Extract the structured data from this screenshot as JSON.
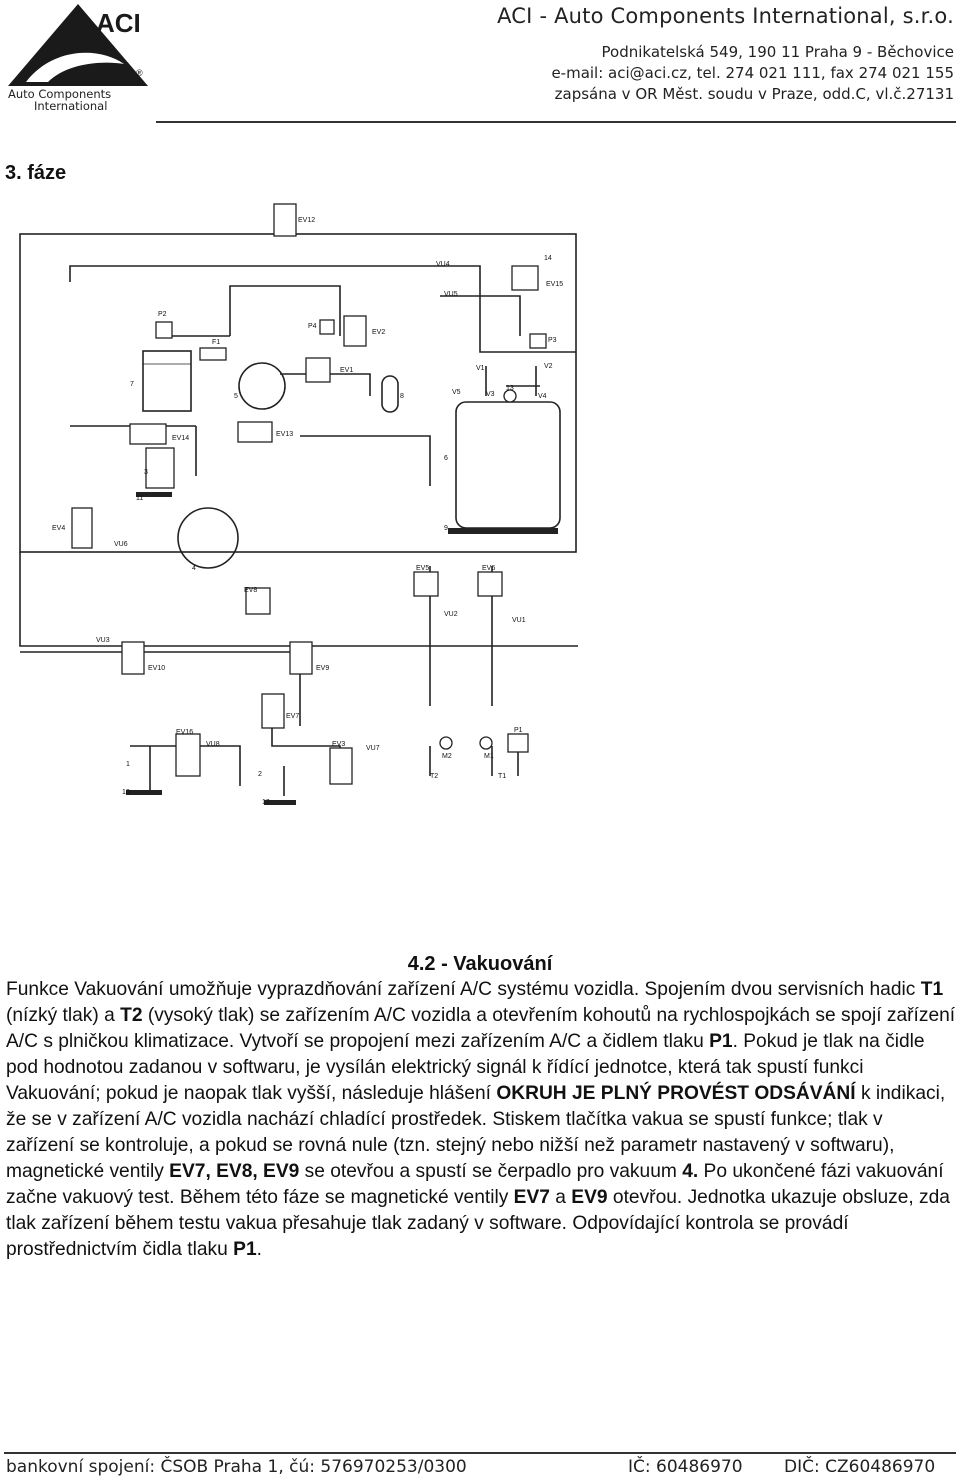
{
  "header": {
    "logo_brand": "ACI",
    "logo_lines": [
      "Auto Components",
      "International"
    ],
    "company_name": "ACI - Auto Components International, s.r.o.",
    "address": "Podnikatelská 549, 190 11 Praha 9 - Běchovice",
    "contact": "e-mail: aci@aci.cz, tel. 274 021 111, fax 274 021 155",
    "registration": "zapsána v OR Měst. soudu v Praze, odd.C, vl.č.27131"
  },
  "phase_heading": "3. fáze",
  "diagram": {
    "labels": [
      "EV12",
      "VU4",
      "14",
      "EV15",
      "VU5",
      "P2",
      "P4",
      "EV2",
      "F1",
      "7",
      "5",
      "EV1",
      "8",
      "P3",
      "V1",
      "V2",
      "V5",
      "V3",
      "13",
      "V4",
      "EV14",
      "EV13",
      "6",
      "3",
      "11",
      "9",
      "EV4",
      "VU6",
      "4",
      "EV5",
      "EV6",
      "EV8",
      "VU2",
      "VU1",
      "VU3",
      "EV10",
      "EV9",
      "EV7",
      "P1",
      "EV16",
      "VU8",
      "EV3",
      "VU7",
      "M2",
      "M1",
      "1",
      "2",
      "10",
      "12",
      "T2",
      "T1"
    ]
  },
  "section": {
    "title": "4.2 - Vakuování",
    "paragraph": [
      {
        "t": "Funkce Vakuování umožňuje vyprazdňování zařízení A/C systému vozidla. Spojením dvou servisních hadic "
      },
      {
        "t": "T1",
        "b": true
      },
      {
        "t": " (nízký tlak) a "
      },
      {
        "t": "T2",
        "b": true
      },
      {
        "t": " (vysoký tlak) se zařízením A/C vozidla a otevřením kohoutů na rychlospojkách se spojí zařízení A/C s plničkou klimatizace. Vytvoří se propojení mezi zařízením A/C a čidlem tlaku "
      },
      {
        "t": "P1",
        "b": true
      },
      {
        "t": ". Pokud je tlak na čidle pod hodnotou zadanou v softwaru, je vysílán elektrický signál k řídící jednotce, která tak spustí funkci Vakuování; pokud je naopak tlak vyšší, následuje hlášení "
      },
      {
        "t": "OKRUH JE PLNÝ PROVÉST ODSÁVÁNÍ",
        "b": true
      },
      {
        "t": " k indikaci, že se v zařízení A/C vozidla nachází chladící prostředek. Stiskem tlačítka vakua se spustí funkce; tlak v zařízení se kontroluje, a pokud se rovná nule (tzn. stejný nebo nižší než parametr nastavený v softwaru), magnetické ventily "
      },
      {
        "t": "EV7, EV8, EV9",
        "b": true
      },
      {
        "t": " se otevřou a spustí se čerpadlo pro vakuum "
      },
      {
        "t": "4.",
        "b": true
      },
      {
        "t": " Po ukončené fázi vakuování začne vakuový test. Během této fáze se magnetické ventily "
      },
      {
        "t": "EV7",
        "b": true
      },
      {
        "t": " a "
      },
      {
        "t": "EV9",
        "b": true
      },
      {
        "t": " otevřou. Jednotka ukazuje obsluze, zda tlak zařízení během testu vakua přesahuje tlak zadaný v software. Odpovídající kontrola se provádí prostřednictvím čidla tlaku "
      },
      {
        "t": "P1",
        "b": true
      },
      {
        "t": "."
      }
    ]
  },
  "footer": {
    "bank": "bankovní spojení: ČSOB Praha 1, čú: 576970253/0300",
    "ic": "IČ: 60486970",
    "dic": "DIČ: CZ60486970"
  }
}
